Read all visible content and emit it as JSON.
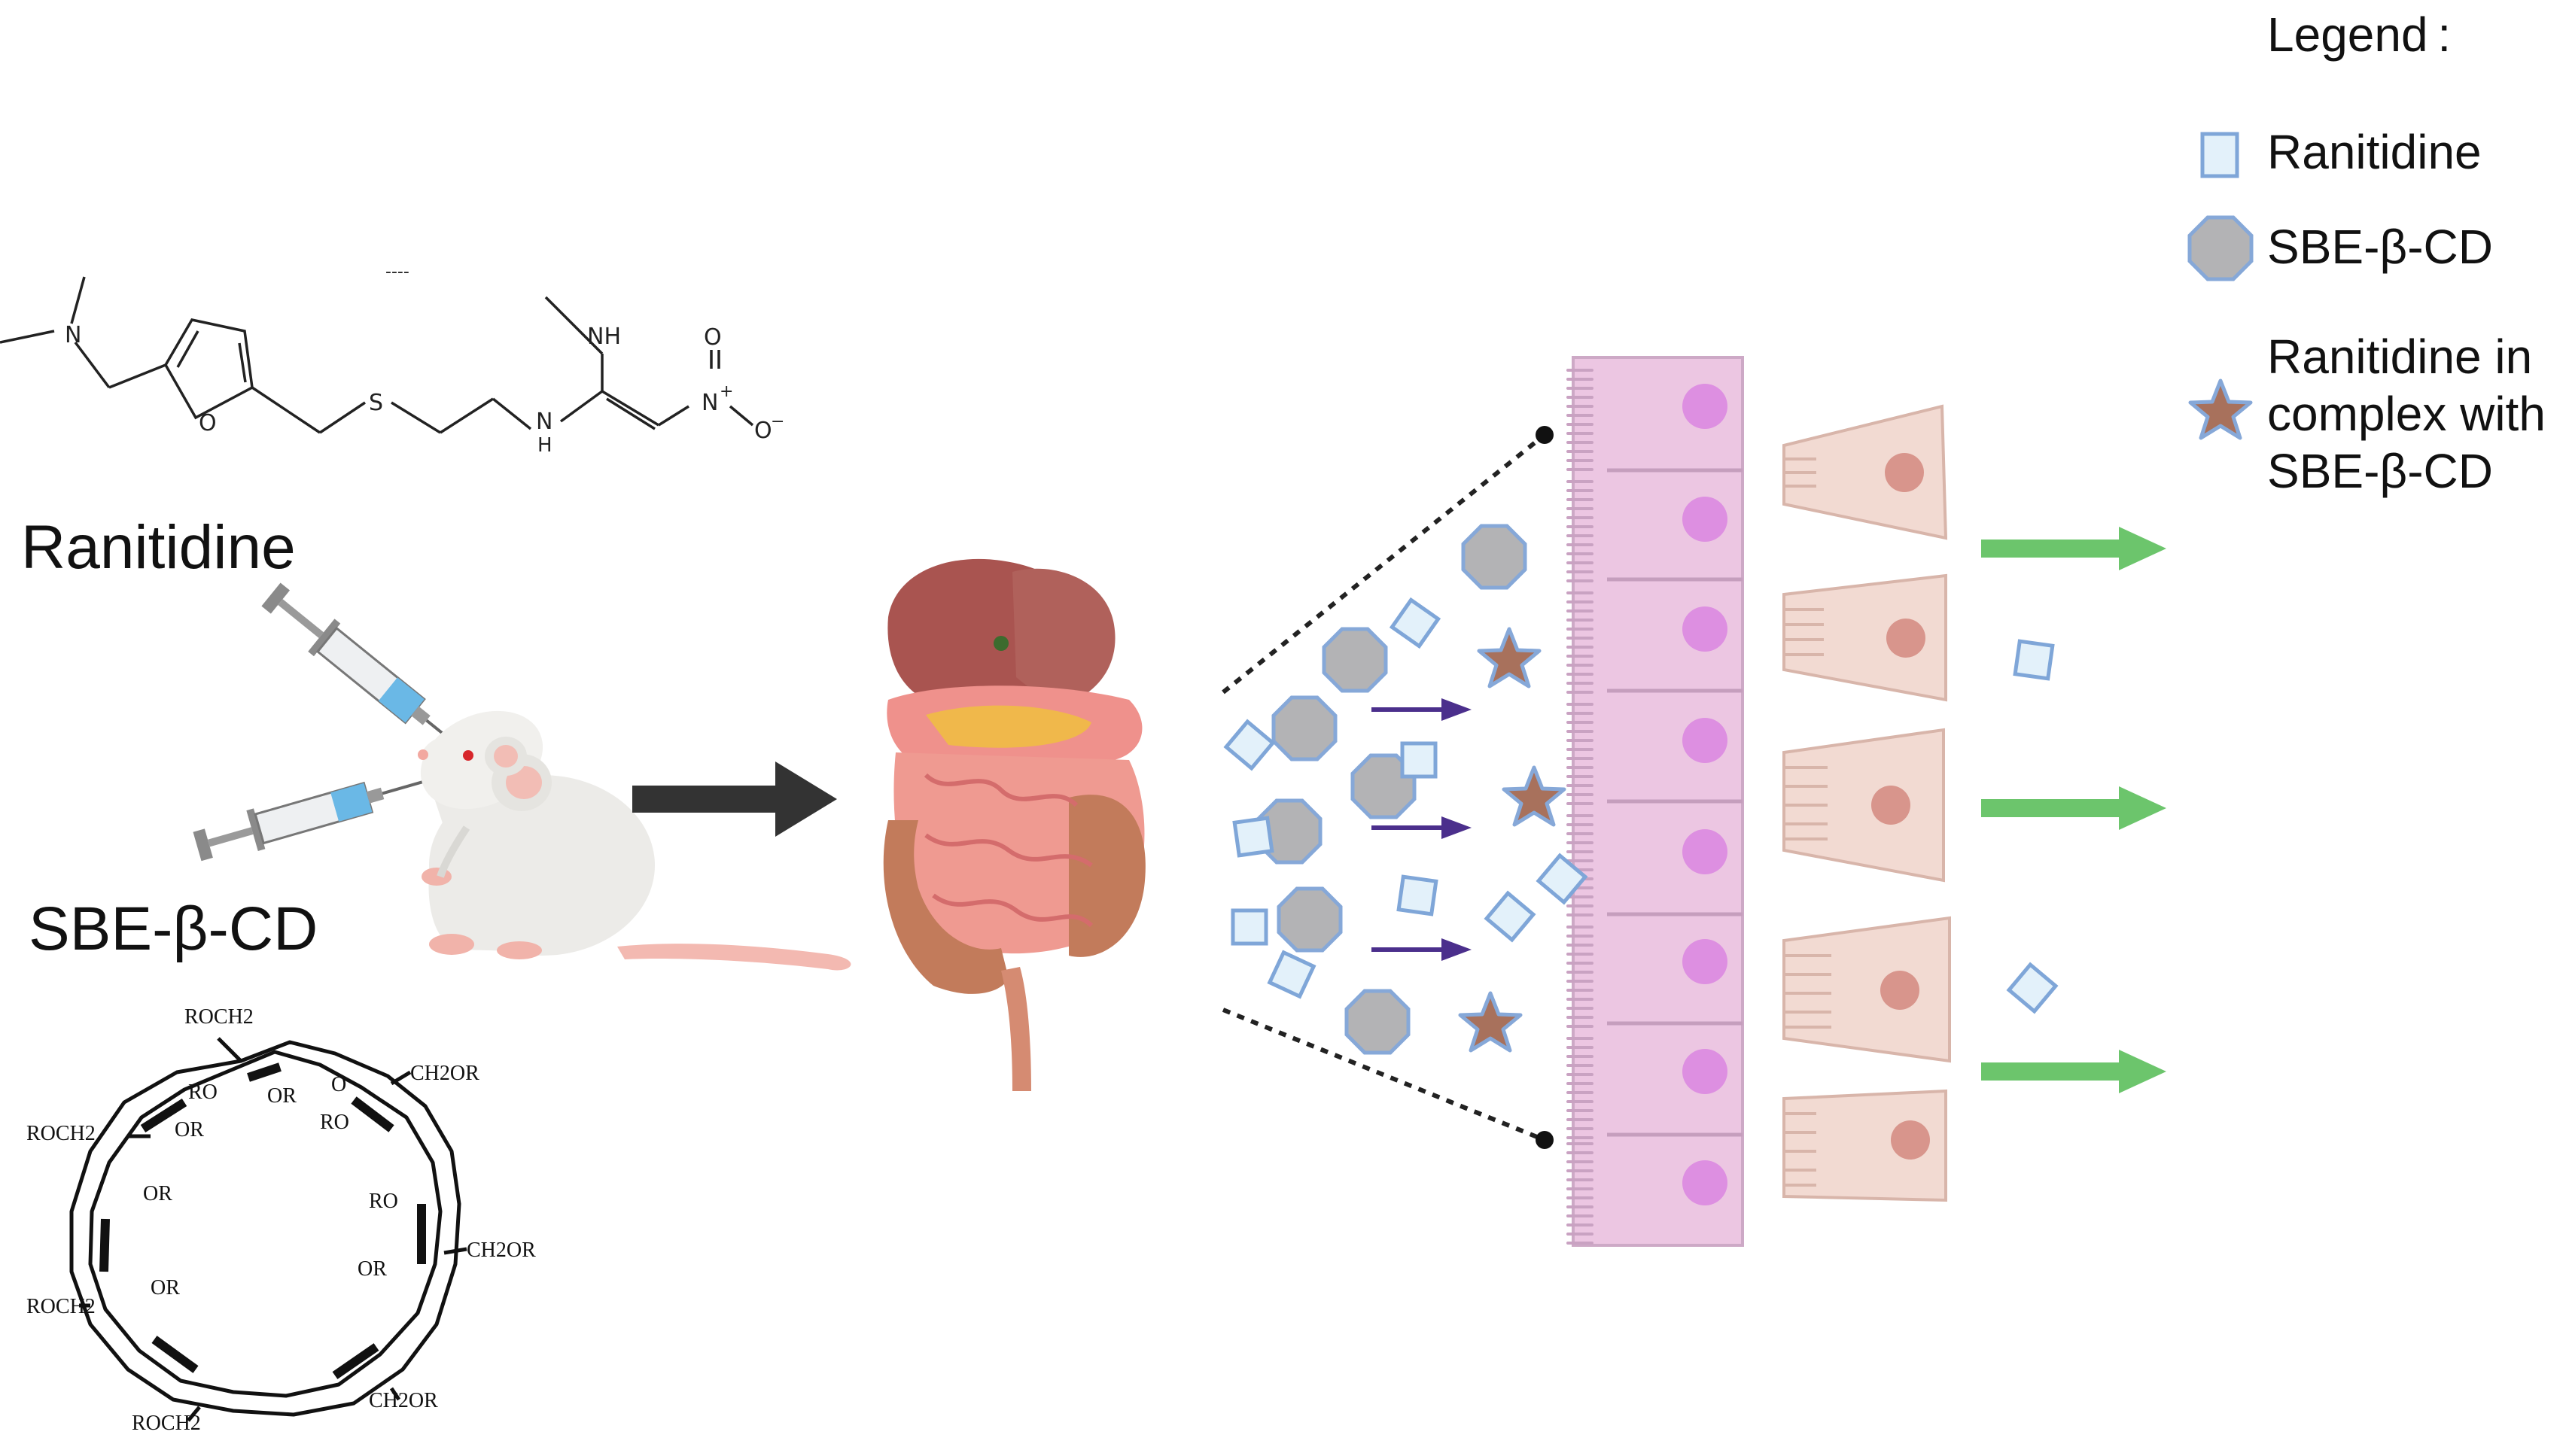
{
  "labels": {
    "ranitidine": "Ranitidine",
    "sbe": "SBE-β-CD"
  },
  "legend": {
    "title": "Legend :",
    "items": [
      {
        "icon": "square-icon",
        "label": "Ranitidine"
      },
      {
        "icon": "octagon-icon",
        "label": "SBE-β-CD"
      },
      {
        "icon": "star-icon",
        "label_lines": [
          "Ranitidine in",
          "complex with",
          "SBE-β-CD"
        ]
      }
    ]
  },
  "ranitidine_structure": {
    "atoms": [
      "N",
      "O",
      "S",
      "NH",
      "N",
      "H",
      "O",
      "N",
      "+",
      "O",
      "−"
    ],
    "dashes": "----"
  },
  "cyclodextrin_structure": {
    "groups": [
      "ROCH2",
      "CH2OR",
      "ROCH2",
      "OR",
      "RO",
      "O",
      "OR",
      "RO",
      "OR",
      "CH2OR",
      "ROCH2",
      "OR",
      "RO",
      "ROCH2",
      "OR",
      "CH2OR"
    ]
  },
  "colors": {
    "ranitidine_square_fill": "#e3f1fa",
    "ranitidine_square_stroke": "#7fa6d8",
    "sbe_fill": "#b3b3b5",
    "complex_star": "#a8715c",
    "enterocyte": "#ecc6e2",
    "nucleus": "#dd8fe1",
    "basal_cell": "#f2dad2",
    "basal_nucleus": "#d8958c",
    "green_arrow": "#6cc56c",
    "purple_arrow": "#4b2f8c",
    "main_arrow": "#333333"
  }
}
